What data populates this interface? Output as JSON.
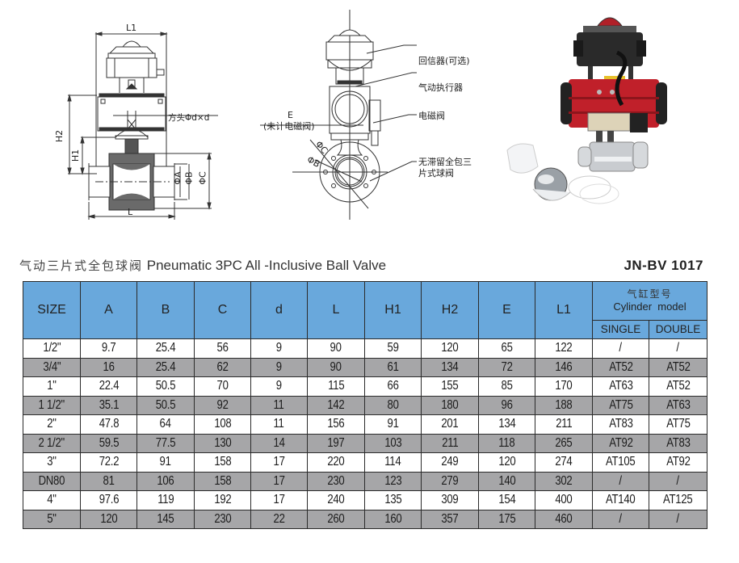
{
  "drawing_left": {
    "dim_L1": "L1",
    "dim_H2": "H2",
    "dim_H1": "H1",
    "dim_L": "L",
    "dim_phiA": "ΦA",
    "dim_phiB": "ΦB",
    "dim_phiC": "ΦC",
    "square_head_label": "方头Φd×d"
  },
  "drawing_middle": {
    "dim_E": "E",
    "dim_E_note": "(未计电磁阀)",
    "dim_phiC": "ΦC",
    "dim_phiB": "ΦB",
    "callouts": [
      "回信器(可选)",
      "气动执行器",
      "电磁阀",
      "无滞留全包三",
      "片式球阀"
    ]
  },
  "photo": {
    "alt": "Pneumatic ball valve with red actuator, black limit switch box, stainless 3-piece body, ball and seat"
  },
  "header": {
    "title_cn": "气动三片式全包球阀",
    "title_en": "Pneumatic 3PC All -Inclusive Ball Valve",
    "model_no": "JN-BV 1017"
  },
  "table": {
    "columns": [
      "SIZE",
      "A",
      "B",
      "C",
      "d",
      "L",
      "H1",
      "H2",
      "E",
      "L1"
    ],
    "cylinder_header_cn": "气缸型号",
    "cylinder_header_en": "Cylinder  model",
    "cylinder_sub": [
      "SINGLE",
      "DOUBLE"
    ],
    "rows": [
      [
        "1/2\"",
        "9.7",
        "25.4",
        "56",
        "9",
        "90",
        "59",
        "120",
        "65",
        "122",
        "/",
        "/"
      ],
      [
        "3/4\"",
        "16",
        "25.4",
        "62",
        "9",
        "90",
        "61",
        "134",
        "72",
        "146",
        "AT52",
        "AT52"
      ],
      [
        "1\"",
        "22.4",
        "50.5",
        "70",
        "9",
        "115",
        "66",
        "155",
        "85",
        "170",
        "AT63",
        "AT52"
      ],
      [
        "1 1/2\"",
        "35.1",
        "50.5",
        "92",
        "11",
        "142",
        "80",
        "180",
        "96",
        "188",
        "AT75",
        "AT63"
      ],
      [
        "2\"",
        "47.8",
        "64",
        "108",
        "11",
        "156",
        "91",
        "201",
        "134",
        "211",
        "AT83",
        "AT75"
      ],
      [
        "2 1/2\"",
        "59.5",
        "77.5",
        "130",
        "14",
        "197",
        "103",
        "211",
        "118",
        "265",
        "AT92",
        "AT83"
      ],
      [
        "3\"",
        "72.2",
        "91",
        "158",
        "17",
        "220",
        "114",
        "249",
        "120",
        "274",
        "AT105",
        "AT92"
      ],
      [
        "DN80",
        "81",
        "106",
        "158",
        "17",
        "230",
        "123",
        "279",
        "140",
        "302",
        "/",
        "/"
      ],
      [
        "4\"",
        "97.6",
        "119",
        "192",
        "17",
        "240",
        "135",
        "309",
        "154",
        "400",
        "AT140",
        "AT125"
      ],
      [
        "5\"",
        "120",
        "145",
        "230",
        "22",
        "260",
        "160",
        "357",
        "175",
        "460",
        "/",
        "/"
      ]
    ]
  },
  "colors": {
    "header_blue": "#69a8dc",
    "row_gray": "#a6a6a8",
    "row_white": "#ffffff",
    "actuator_red": "#c0202a"
  }
}
